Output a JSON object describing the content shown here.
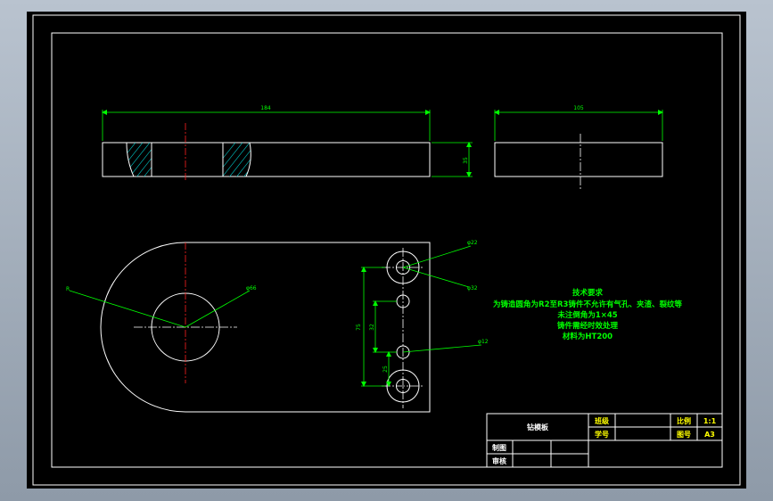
{
  "dimensions": {
    "top_length": "184",
    "side_width": "105",
    "thickness": "35",
    "outer_radius": "R",
    "bore_dia": "φ66",
    "hole_large": "φ22",
    "hole_counterbore": "φ32",
    "hole_small": "φ12",
    "pitch_total": "75",
    "pitch_a": "32",
    "pitch_b": "25"
  },
  "tech_requirements": {
    "heading": "技术要求",
    "lines": [
      "为铸造圆角为R2至R3铸件不允许有气孔、夹渣、裂纹等",
      "未注倒角为1×45",
      "铸件需经时效处理",
      "材料为HT200"
    ]
  },
  "title_block": {
    "part_name": "钻模板",
    "class_label": "班级",
    "student_id_label": "学号",
    "scale_label": "比例",
    "scale_value": "1:1",
    "sheet_label": "图号",
    "sheet_value": "A3",
    "drawn_label": "制图",
    "review_label": "审核"
  }
}
